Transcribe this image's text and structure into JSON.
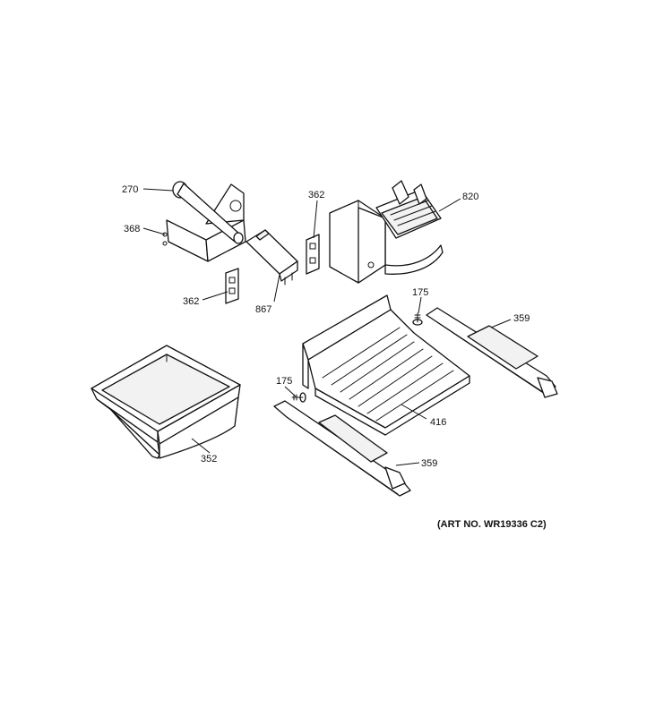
{
  "callouts": {
    "c270": "270",
    "c368": "368",
    "c362a": "362",
    "c362b": "362",
    "c867": "867",
    "c820": "820",
    "c175a": "175",
    "c175b": "175",
    "c359a": "359",
    "c359b": "359",
    "c416": "416",
    "c352": "352"
  },
  "art_number": "(ART NO. WR19336 C2)"
}
